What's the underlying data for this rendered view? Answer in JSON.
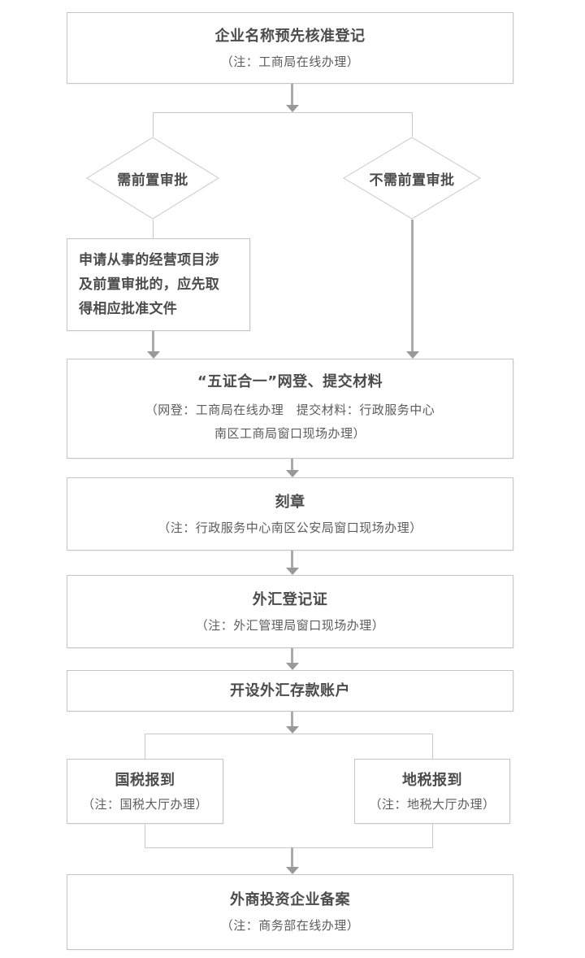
{
  "colors": {
    "page_bg": "#ffffff",
    "box_bg": "#ffffff",
    "box_border": "#c5c5c5",
    "connector_line": "#c9c9c9",
    "arrow_stem": "#ababab",
    "arrow_head": "#999999",
    "title_text": "#4c4c4c",
    "note_text": "#5c5c5c"
  },
  "start_box": {
    "title": "企业名称预先核准登记",
    "note": "（注：工商局在线办理）"
  },
  "decision_left": {
    "label": "需前置审批"
  },
  "decision_right": {
    "label": "不需前置审批"
  },
  "preapproval_box": {
    "text": "申请从事的经营项目涉及前置审批的，应先取得相应批准文件"
  },
  "registration_box": {
    "title": "“五证合一”网登、提交材料",
    "note_line1": "（网登：工商局在线办理　提交材料：行政服务中心",
    "note_line2": "南区工商局窗口现场办理）"
  },
  "seal_box": {
    "title": "刻章",
    "note": "（注：行政服务中心南区公安局窗口现场办理）"
  },
  "forex_cert_box": {
    "title": "外汇登记证",
    "note": "（注：外汇管理局窗口现场办理）"
  },
  "forex_account_box": {
    "title": "开设外汇存款账户"
  },
  "national_tax_box": {
    "title": "国税报到",
    "note": "（注：国税大厅办理）"
  },
  "local_tax_box": {
    "title": "地税报到",
    "note": "（注：地税大厅办理）"
  },
  "filing_box": {
    "title": "外商投资企业备案",
    "note": "（注：商务部在线办理）"
  }
}
